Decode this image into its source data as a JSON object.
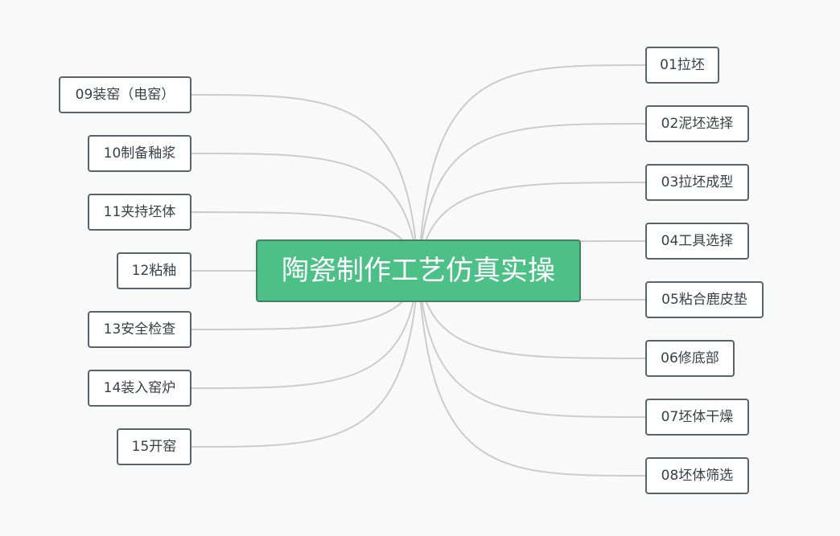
{
  "mindmap": {
    "root": "陶瓷制作工艺仿真实操",
    "right_topics": [
      "01拉坯",
      "02泥坯选择",
      "03拉坯成型",
      "04工具选择",
      "05粘合鹿皮垫",
      "06修底部",
      "07坯体干燥",
      "08坯体筛选"
    ],
    "left_topics": [
      "09装窑（电窑）",
      "10制备釉浆",
      "11夹持坯体",
      "12粘釉",
      "13安全检查",
      "14装入窑炉",
      "15开窑"
    ]
  },
  "colors": {
    "background": "#f9f9f9",
    "root_fill": "#4dc088",
    "root_border": "#4a7d62",
    "node_border": "#5d6168",
    "connector": "#cccccc"
  }
}
